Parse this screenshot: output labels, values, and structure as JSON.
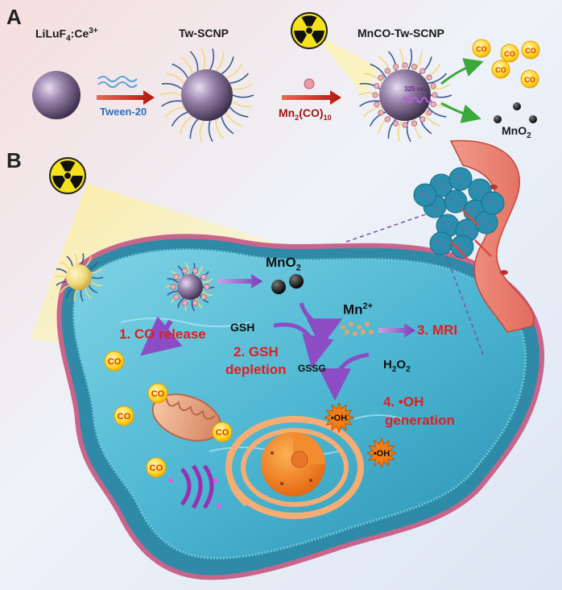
{
  "panel_a": {
    "label": "A",
    "core_chem": "LiLuF",
    "core_sub": "4",
    "core_rest": ":Ce",
    "core_sup": "3+",
    "tween": "Tween-20",
    "tw_scnp": "Tw-SCNP",
    "mn_a": "Mn",
    "mn_sub2": "2",
    "mn_mid": "(CO)",
    "mn_sub10": "10",
    "mnco": "MnCO-Tw-SCNP",
    "wave": "325 nm",
    "mno": "MnO",
    "mno_sub": "2"
  },
  "panel_b": {
    "label": "B",
    "mno": "MnO",
    "mno_sub": "2",
    "mn_ion": "Mn",
    "mn_sup": "2+",
    "gsh": "GSH",
    "gssg": "GSSG",
    "h": "H",
    "h_sub": "2",
    "o": "O",
    "o_sub": "2",
    "step1": "1. CO release",
    "step2_l1": "2. GSH",
    "step2_l2": "depletion",
    "step3": "3. MRI",
    "step4_l1": "4. •OH",
    "step4_l2": "generation"
  },
  "co_text": "CO",
  "oh_text": "•OH"
}
